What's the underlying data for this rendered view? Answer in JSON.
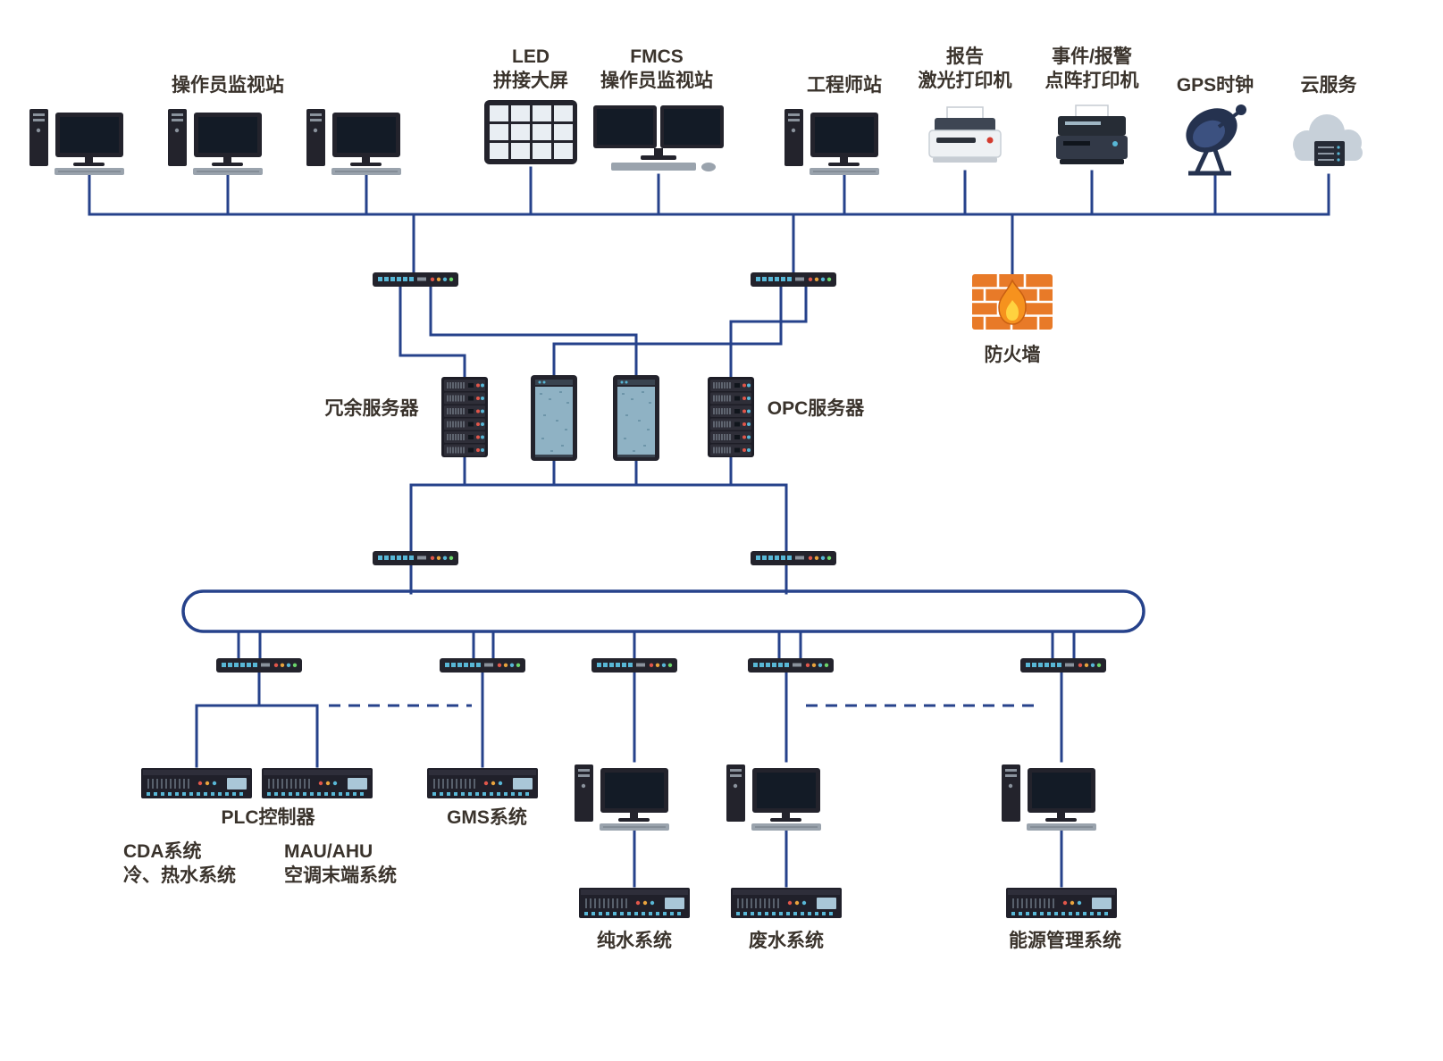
{
  "diagram_type": "fmcs-network-topology",
  "labels": {
    "operator_station": "操作员监视站",
    "led_wall": "LED\n拼接大屏",
    "fmcs_station": "FMCS\n操作员监视站",
    "engineer_station": "工程师站",
    "report_laser_printer": "报告\n激光打印机",
    "event_alarm_printer": "事件/报警\n点阵打印机",
    "gps_clock": "GPS时钟",
    "cloud_service": "云服务",
    "firewall": "防火墙",
    "redundant_server": "冗余服务器",
    "opc_server": "OPC服务器",
    "plc_controller": "PLC控制器",
    "cda_system": "CDA系统\n冷、热水系统",
    "mau_ahu": "MAU/AHU\n空调末端系统",
    "gms_system": "GMS系统",
    "pure_water_system": "纯水系统",
    "waste_water_system": "废水系统",
    "energy_management_system": "能源管理系统"
  },
  "colors": {
    "line": "#26428b",
    "text": "#3a332c",
    "firewall_wall": "#e87a28",
    "flame_inner": "#ffd23f",
    "switch_port": "#58b7d6",
    "cabinet_front": "#8fb2c4",
    "device_dark": "#23232c"
  }
}
